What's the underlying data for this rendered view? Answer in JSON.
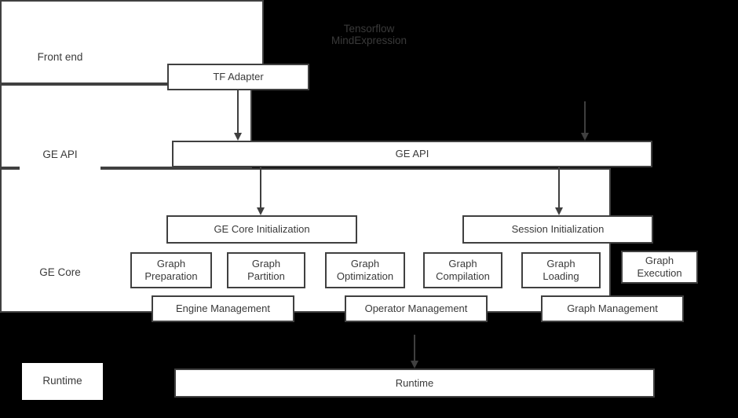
{
  "diagram": {
    "title": "GE (Graph Engine) architecture stack",
    "background_color": "#000000",
    "box_fill_color": "#ffffff",
    "stroke_color": "#404040",
    "text_color": "#3a3a3a"
  },
  "stage_labels": [
    {
      "id": "front-end",
      "label": "Front end"
    },
    {
      "id": "ge-api",
      "label": "GE API"
    },
    {
      "id": "ge-core",
      "label": "GE Core"
    },
    {
      "id": "runtime",
      "label": "Runtime"
    }
  ],
  "front_end": {
    "tensorflow": {
      "title": "Tensorflow",
      "child": {
        "label": "TF Adapter"
      }
    },
    "mindexpression": {
      "title": "MindExpression"
    }
  },
  "ge_api": {
    "label": "GE API"
  },
  "ge_core": {
    "init_boxes": [
      {
        "label": "GE Core Initialization"
      },
      {
        "label": "Session Initialization"
      }
    ],
    "stage_boxes": [
      {
        "label": "Graph\nPreparation"
      },
      {
        "label": "Graph\nPartition"
      },
      {
        "label": "Graph\nOptimization"
      },
      {
        "label": "Graph\nCompilation"
      },
      {
        "label": "Graph\nLoading"
      },
      {
        "label": "Graph\nExecution"
      }
    ],
    "management_boxes": [
      {
        "label": "Engine Management"
      },
      {
        "label": "Operator Management"
      },
      {
        "label": "Graph Management"
      }
    ]
  },
  "runtime": {
    "label": "Runtime"
  },
  "arrows": [
    {
      "id": "tf-adapter-to-ge-api",
      "from": "TF Adapter",
      "to": "GE API"
    },
    {
      "id": "mindexpression-to-ge-api",
      "from": "MindExpression",
      "to": "GE API"
    },
    {
      "id": "ge-api-to-ge-core-initialization",
      "from": "GE API",
      "to": "GE Core Initialization"
    },
    {
      "id": "ge-api-to-session-initialization",
      "from": "GE API",
      "to": "Session Initialization"
    },
    {
      "id": "ge-core-to-runtime",
      "from": "GE Core",
      "to": "Runtime"
    }
  ]
}
